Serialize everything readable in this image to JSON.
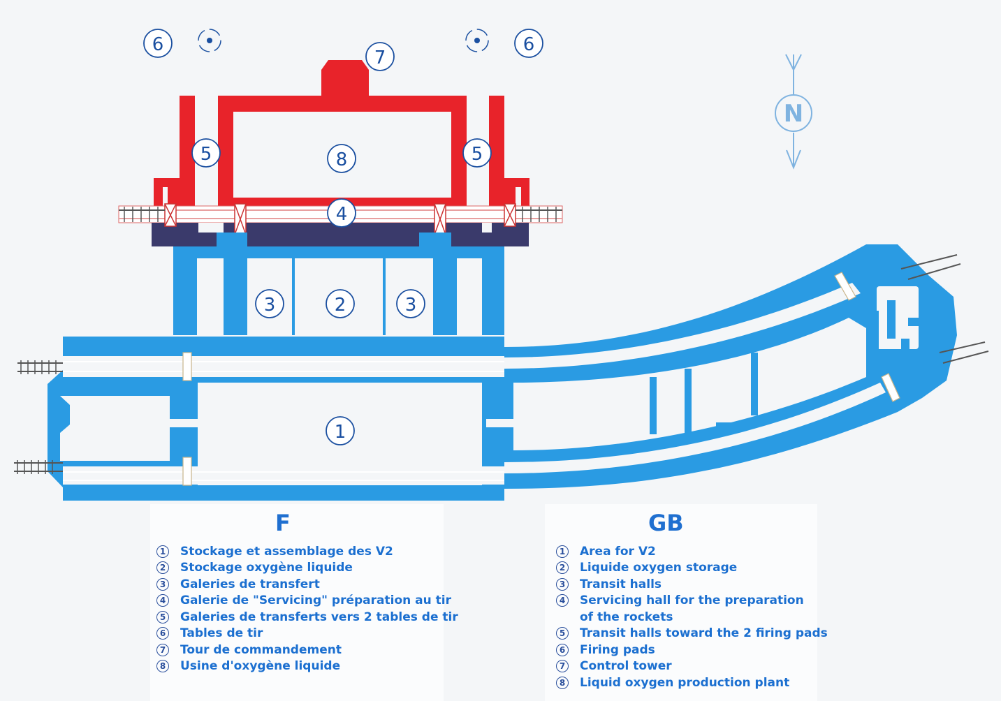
{
  "colors": {
    "tunnel": "#2a9be3",
    "oxygen_plant": "#e8232a",
    "servicing_band": "#3a3a6b",
    "label": "#1a4fa0",
    "legend_text": "#1b6fd0",
    "north": "#7fb3e0"
  },
  "icons": {
    "firing_pad": "target-icon",
    "north": "north-arrow-icon"
  },
  "diagram": {
    "north": "N",
    "labels": {
      "area_v2": "1",
      "oxygen_storage": "2",
      "transit_left": "3",
      "transit_right": "3",
      "servicing": "4",
      "transit_up_left": "5",
      "transit_up_right": "5",
      "pad_left": "6",
      "pad_right": "6",
      "tower": "7",
      "plant": "8"
    }
  },
  "legend": {
    "fr": {
      "title": "F",
      "items": [
        {
          "num": "1",
          "text": "Stockage et assemblage des V2"
        },
        {
          "num": "2",
          "text": "Stockage oxygène liquide"
        },
        {
          "num": "3",
          "text": "Galeries de transfert"
        },
        {
          "num": "4",
          "text": "Galerie de \"Servicing\" préparation au tir"
        },
        {
          "num": "5",
          "text": "Galeries de transferts vers 2 tables de tir"
        },
        {
          "num": "6",
          "text": "Tables de tir"
        },
        {
          "num": "7",
          "text": "Tour de commandement"
        },
        {
          "num": "8",
          "text": "Usine d'oxygène liquide"
        }
      ]
    },
    "gb": {
      "title": "GB",
      "items": [
        {
          "num": "1",
          "text": "Area for V2"
        },
        {
          "num": "2",
          "text": "Liquide oxygen storage"
        },
        {
          "num": "3",
          "text": "Transit halls"
        },
        {
          "num": "4",
          "text": "Servicing hall for the preparation"
        },
        {
          "num": "",
          "text": "of the rockets"
        },
        {
          "num": "5",
          "text": "Transit halls toward the 2 firing pads"
        },
        {
          "num": "6",
          "text": "Firing pads"
        },
        {
          "num": "7",
          "text": "Control tower"
        },
        {
          "num": "8",
          "text": "Liquid oxygen production plant"
        }
      ]
    }
  }
}
